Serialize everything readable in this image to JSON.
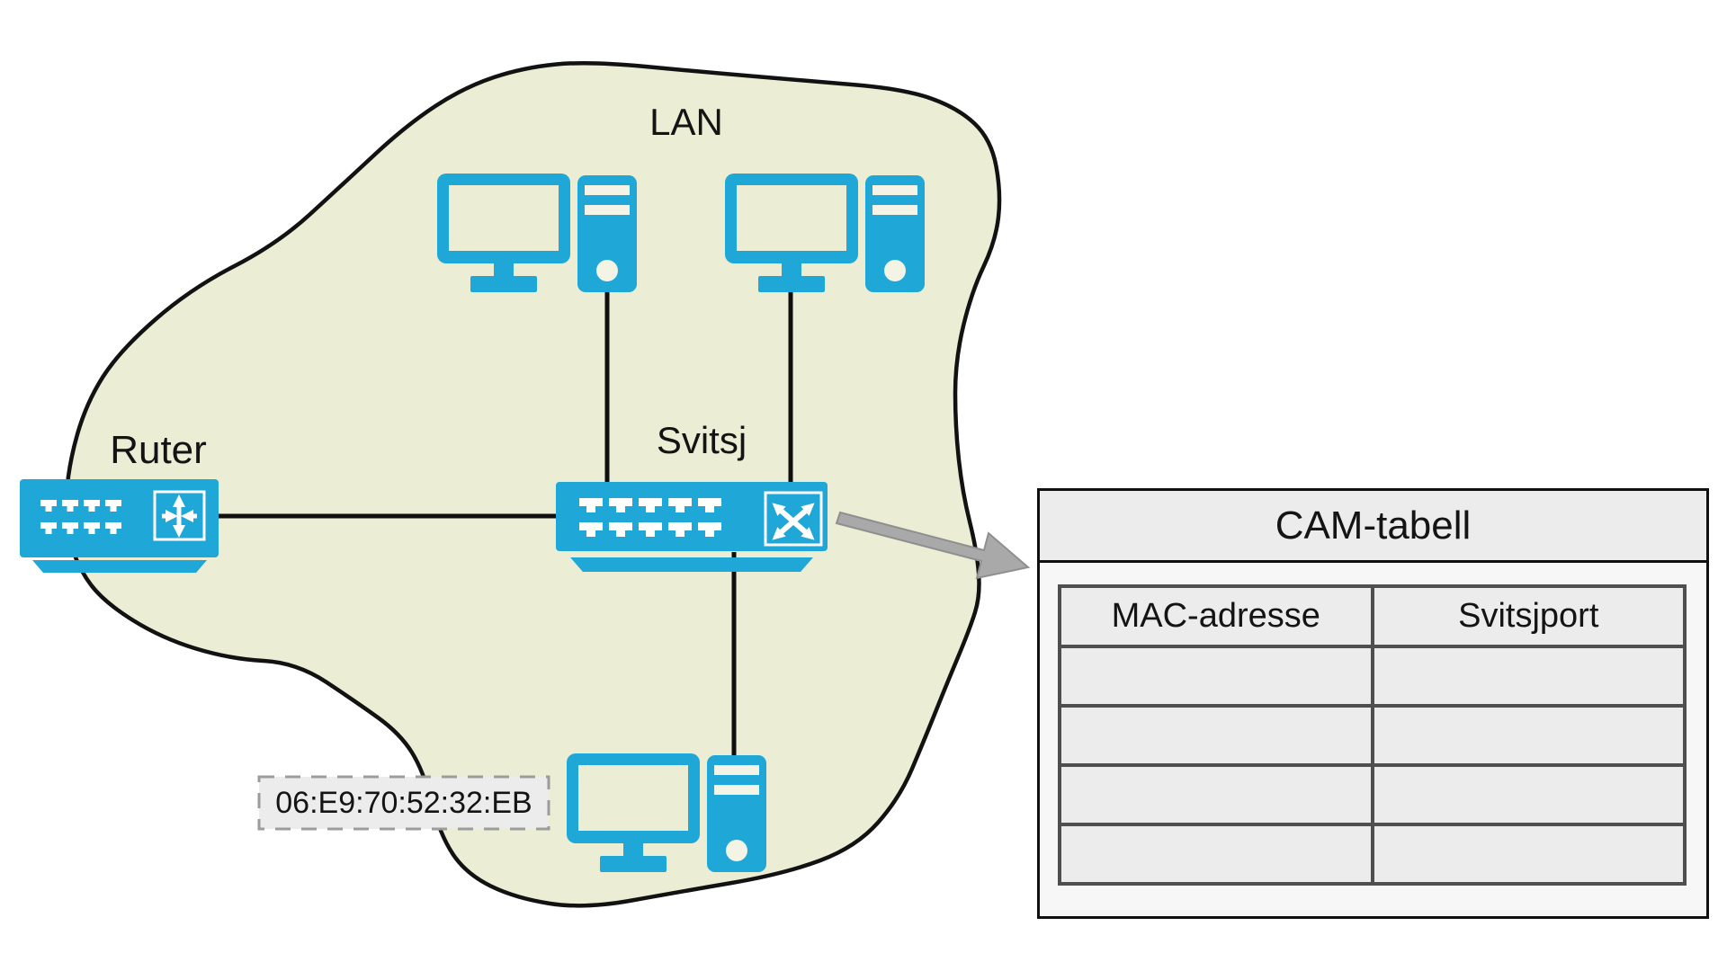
{
  "network": {
    "lan_label": "LAN",
    "router_label": "Ruter",
    "switch_label": "Svitsj",
    "mac_address": "06:E9:70:52:32:EB",
    "computer_count": 3
  },
  "cam_table": {
    "title": "CAM-tabell",
    "columns": [
      "MAC-adresse",
      "Svitsjport"
    ],
    "empty_row_count": 4
  },
  "icons": {
    "router": "router-four-arrows-icon",
    "switch": "switch-crossed-arrows-icon",
    "computer": "desktop-pc-icon",
    "arrow": "thick-gray-arrow-icon"
  },
  "colors": {
    "device_cyan": "#1ea7d7",
    "lan_fill": "#ebeed4",
    "outline_black": "#121212",
    "arrow_gray": "#a9a9a9",
    "table_grid_gray": "#4f4f4f",
    "panel_gray": "#ececec",
    "label_bg_gray": "#ececec"
  }
}
